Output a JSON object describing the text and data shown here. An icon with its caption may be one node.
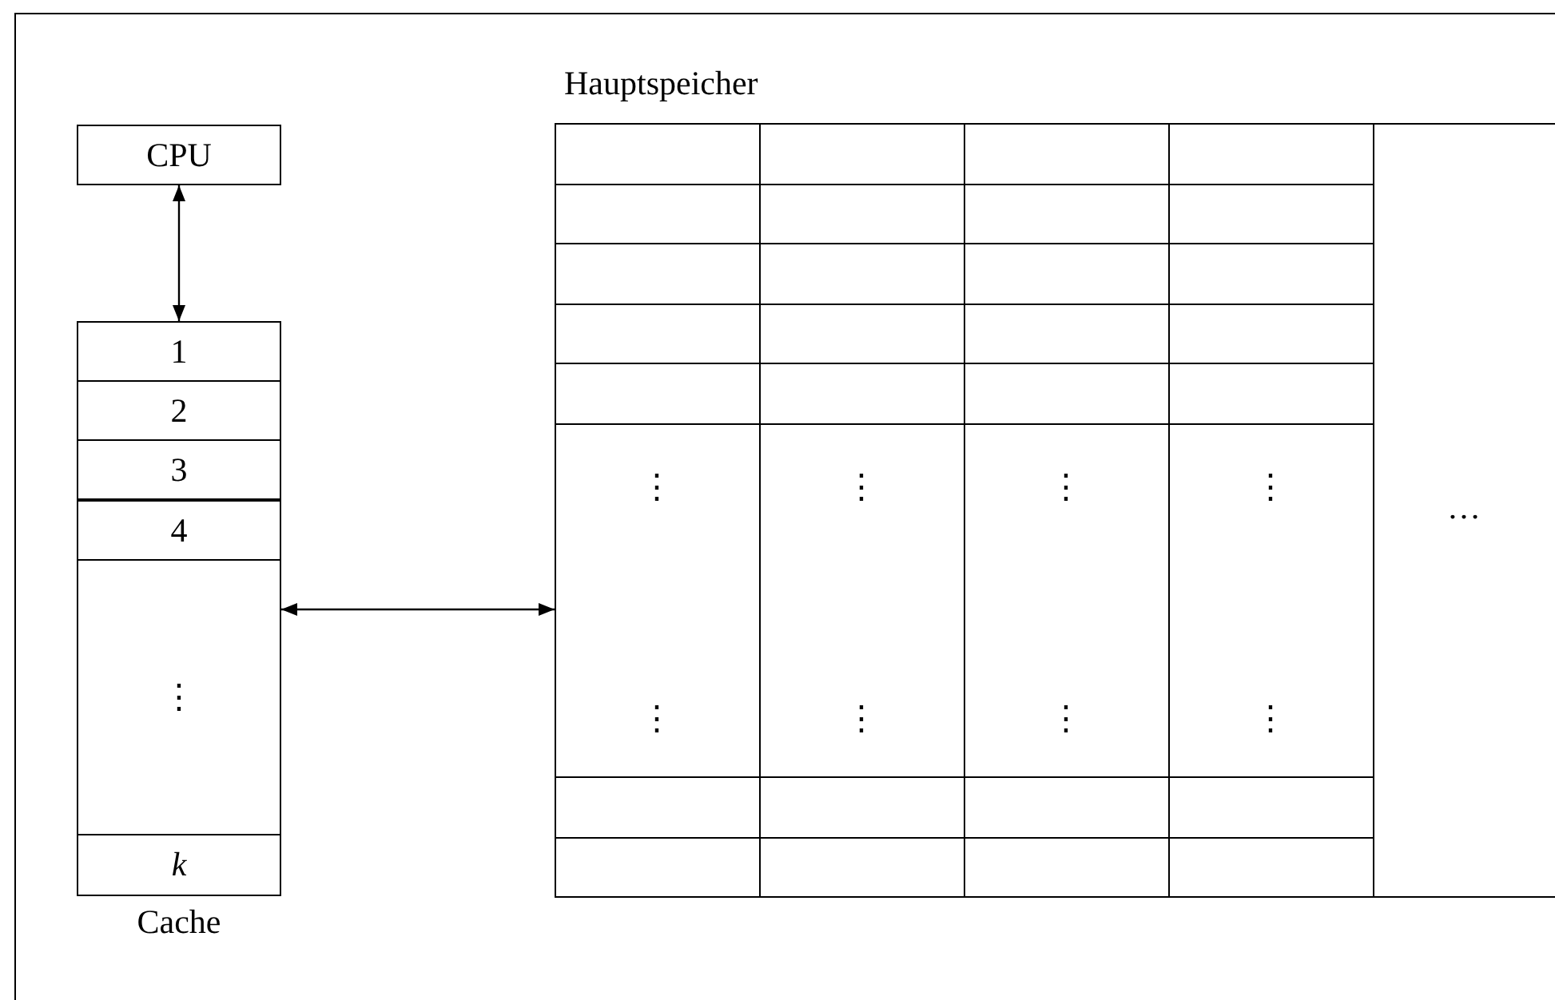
{
  "diagram": {
    "nodes": [
      {
        "text": [
          "CPU"
        ]
      },
      {
        "text": [
          "Cache"
        ]
      },
      {
        "text": [
          "1"
        ],
        "in": 1
      },
      {
        "text": [
          "2"
        ],
        "in": 1
      },
      {
        "text": [
          "3"
        ],
        "in": 1
      },
      {
        "text": [
          "4"
        ],
        "in": 1
      },
      {
        "text": [
          "⋮"
        ],
        "in": 1
      },
      {
        "text": [
          "k"
        ],
        "in": 1
      },
      {
        "text": [
          "Hauptspeicher"
        ]
      }
    ],
    "edges": [
      {
        "from": 0,
        "to": 1,
        "arrow": "both"
      },
      {
        "from": 1,
        "to": 8,
        "arrow": "both"
      }
    ],
    "labels": [
      "⋮",
      "⋮",
      "⋮",
      "⋮",
      "…",
      "⋮",
      "⋮",
      "⋮",
      "⋮"
    ]
  }
}
